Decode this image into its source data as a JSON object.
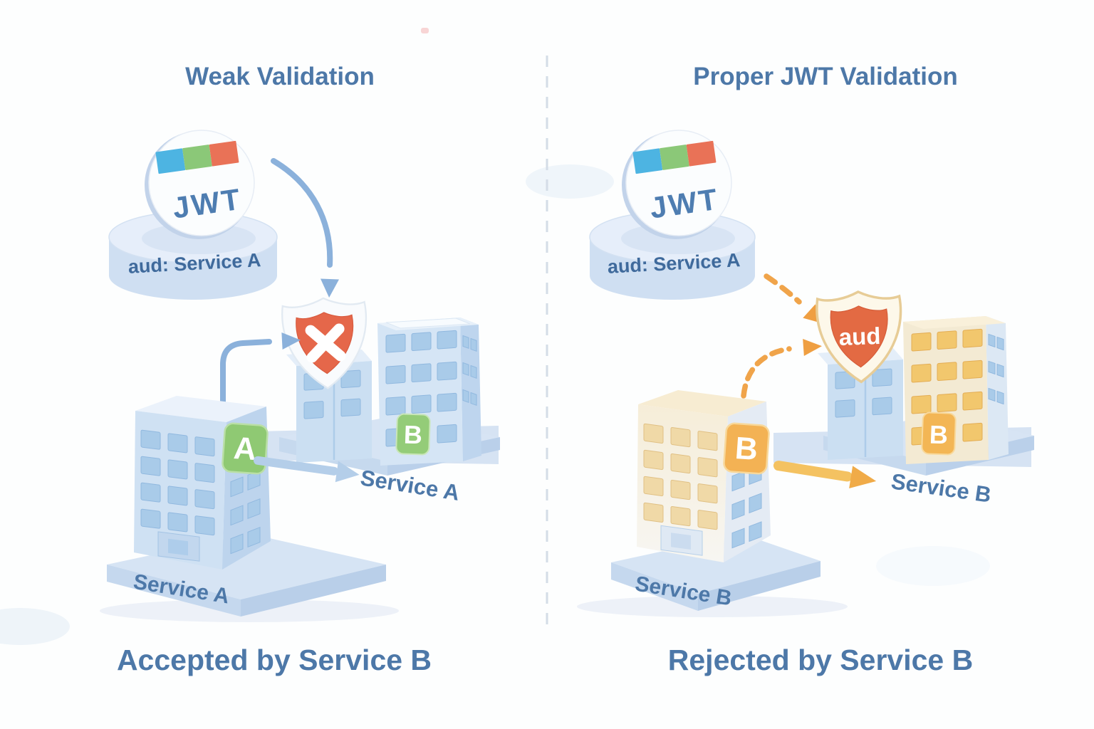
{
  "left": {
    "title": "Weak Validation",
    "jwt_label": "JWT",
    "claim_label": "aud: Service A",
    "building_a_badge": "A",
    "building_a_caption": "Service A",
    "cluster_b_badge": "B",
    "arrow_label": "Service A",
    "result_caption": "Accepted by Service B"
  },
  "right": {
    "title": "Proper JWT Validation",
    "jwt_label": "JWT",
    "claim_label": "aud: Service A",
    "shield_label": "aud",
    "building_b_badge": "B",
    "building_b_caption": "Service B",
    "cluster_b_badge": "B",
    "arrow_label": "Service B",
    "result_caption": "Rejected by Service B"
  },
  "colors": {
    "heading_blue": "#4d78a8",
    "building_blue": "#cfe1f3",
    "window_blue": "#a9cbe9",
    "green_badge": "#8fc973",
    "orange_badge": "#f3b254",
    "shield_red": "#e5674a",
    "arrow_blue": "#8bb1db",
    "arrow_orange": "#f0a44a",
    "jwt_stripe_blue": "#4db4e2",
    "jwt_stripe_green": "#8bc878",
    "jwt_stripe_red": "#e97257",
    "divider_gray": "#d4dde7"
  }
}
